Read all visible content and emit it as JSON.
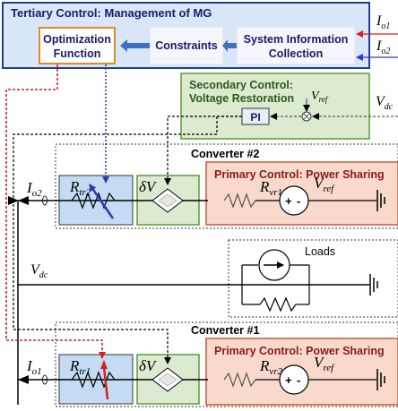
{
  "tertiary": {
    "title": "Tertiary Control: Management of MG",
    "optimization_line1": "Optimization",
    "optimization_line2": "Function",
    "constraints": "Constraints",
    "sysinfo_line1": "System Information",
    "sysinfo_line2": "Collection"
  },
  "secondary": {
    "title_line1": "Secondary Control:",
    "title_line2": "Voltage Restoration",
    "pi": "PI"
  },
  "converter2": {
    "title": "Converter #2",
    "primary": "Primary Control: Power Sharing",
    "r_tr": "R",
    "r_tr_sub": "tr2",
    "r_vr": "R",
    "r_vr_sub": "vr1",
    "v_ref": "V",
    "v_ref_sub": "ref",
    "i_o": "I",
    "i_o_sub": "o2",
    "delta_v": "δV"
  },
  "converter1": {
    "title": "Converter #1",
    "primary": "Primary Control: Power Sharing",
    "r_tr": "R",
    "r_tr_sub": "tr1",
    "r_vr": "R",
    "r_vr_sub": "vr2",
    "v_ref": "V",
    "v_ref_sub": "ref",
    "i_o": "I",
    "i_o_sub": "o1",
    "delta_v": "δV"
  },
  "loads": {
    "label": "Loads"
  },
  "signals": {
    "io1": "I",
    "io1_sub": "o1",
    "io2": "I",
    "io2_sub": "o2",
    "vdc_right": "V",
    "vdc_right_sub": "dc",
    "vdc_left": "V",
    "vdc_left_sub": "dc",
    "vref_sec": "V",
    "vref_sec_sub": "ref"
  },
  "colors": {
    "tertiary_fill": "#d9e6f7",
    "tertiary_stroke": "#1f3f8f",
    "secondary_fill": "#dcebd0",
    "secondary_stroke": "#5c9a3a",
    "primary_fill": "#f8d9cc",
    "primary_stroke": "#c7583a",
    "resistor_box_fill": "#c4dcf3",
    "dv_box_fill": "#dcebd0",
    "red": "#d42020",
    "blue": "#2a3fb5",
    "dark_blue_arrow": "#3357b5"
  }
}
